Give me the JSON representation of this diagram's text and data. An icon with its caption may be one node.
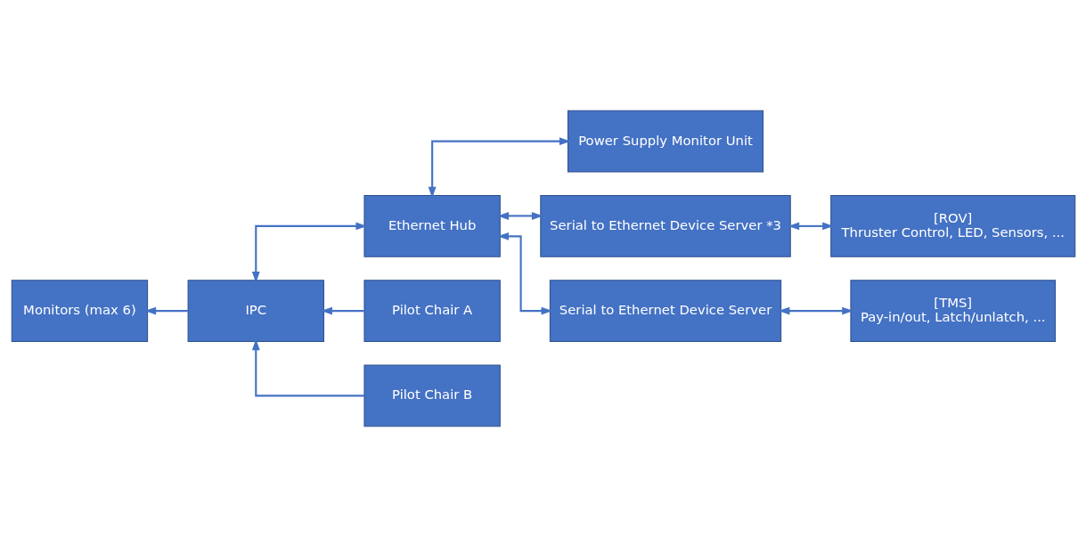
{
  "diagram": {
    "nodes": [
      {
        "text": [
          "Power Supply Monitor Unit"
        ]
      },
      {
        "text": [
          "Ethernet Hub"
        ]
      },
      {
        "text": [
          "Serial to Ethernet Device Server *3"
        ]
      },
      {
        "text": [
          "[ROV]",
          "Thruster Control, LED, Sensors, ..."
        ]
      },
      {
        "text": [
          "Monitors (max 6)"
        ]
      },
      {
        "text": [
          "IPC"
        ]
      },
      {
        "text": [
          "Serial to Ethernet Device Server"
        ]
      },
      {
        "text": [
          "[TMS]",
          "Pay-in/out, Latch/unlatch, ..."
        ]
      },
      {
        "text": [
          "Pilot Chair A"
        ]
      },
      {
        "text": [
          "Pilot Chair B"
        ]
      }
    ],
    "edges": [
      {
        "from": 5,
        "to": 4,
        "arrow": "to"
      },
      {
        "from": 5,
        "to": 1,
        "arrow": "both"
      },
      {
        "from": 1,
        "to": 0,
        "arrow": "both"
      },
      {
        "from": 1,
        "to": 2,
        "arrow": "both"
      },
      {
        "from": 1,
        "to": 6,
        "arrow": "both"
      },
      {
        "from": 2,
        "to": 3,
        "arrow": "both"
      },
      {
        "from": 6,
        "to": 7,
        "arrow": "both"
      },
      {
        "from": 8,
        "to": 5,
        "arrow": "to"
      },
      {
        "from": 9,
        "to": 5,
        "arrow": "to"
      }
    ]
  }
}
